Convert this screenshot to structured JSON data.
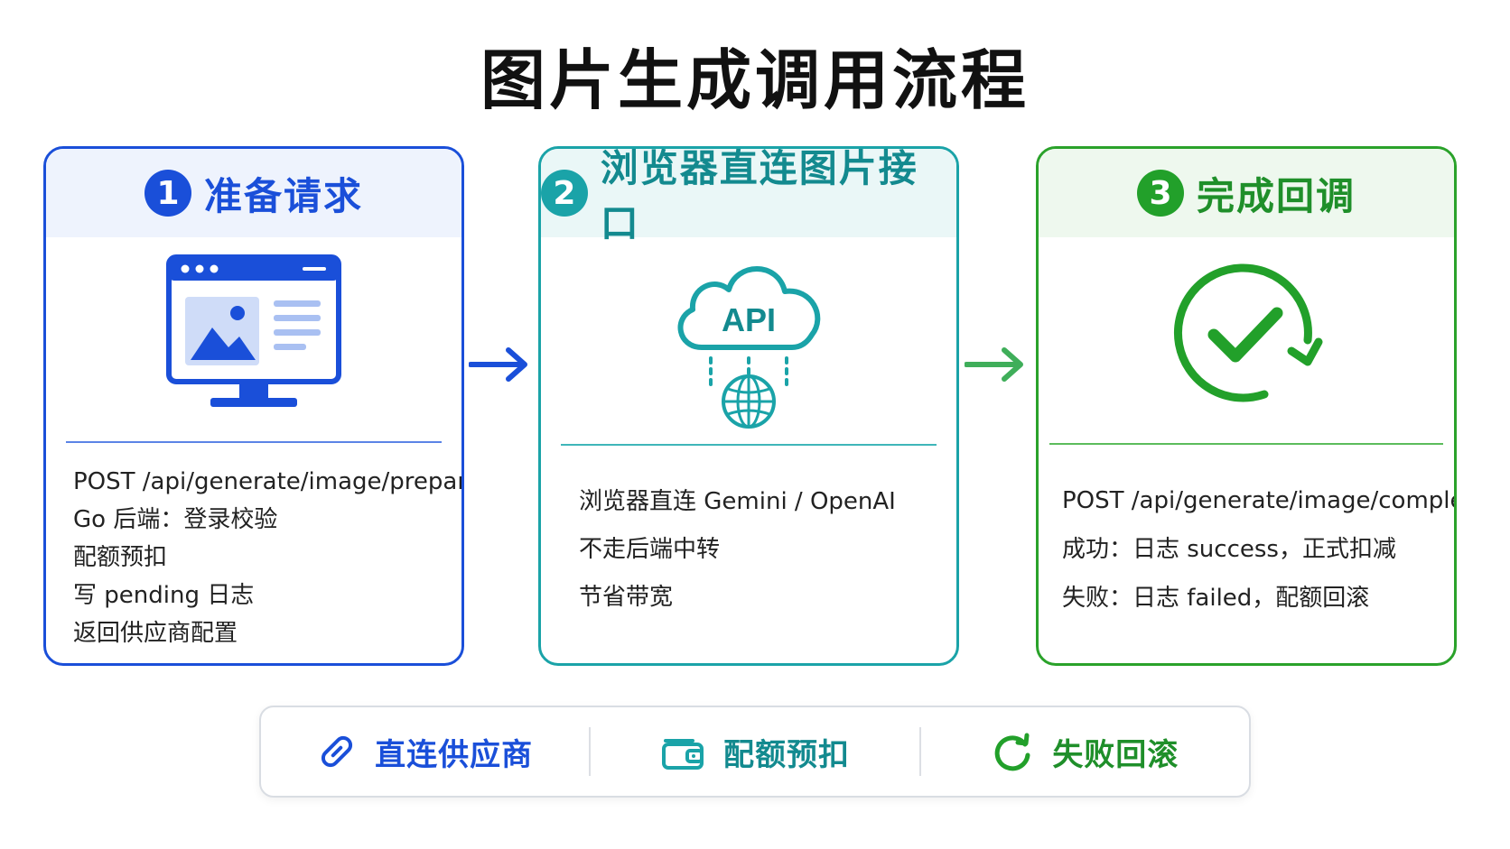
{
  "title": "图片生成调用流程",
  "colors": {
    "step1": "#1a4fd9",
    "step2": "#1aa3a8",
    "step3": "#22a02a"
  },
  "steps": [
    {
      "number": "1",
      "title": "准备请求",
      "icon": "monitor-image-icon",
      "lines": [
        "POST /api/generate/image/prepare",
        "Go 后端：登录校验",
        "配额预扣",
        "写 pending 日志",
        "返回供应商配置"
      ]
    },
    {
      "number": "2",
      "title": "浏览器直连图片接口",
      "icon": "cloud-api-globe-icon",
      "icon_text": "API",
      "lines": [
        "浏览器直连 Gemini / OpenAI",
        "不走后端中转",
        "节省带宽"
      ]
    },
    {
      "number": "3",
      "title": "完成回调",
      "icon": "check-circle-refresh-icon",
      "lines": [
        "POST /api/generate/image/complete",
        "成功：日志 success，正式扣减",
        "失败：日志 failed，配额回滚"
      ]
    }
  ],
  "summary": [
    {
      "label": "直连供应商",
      "icon": "link-icon",
      "color": "#1a4fd9"
    },
    {
      "label": "配额预扣",
      "icon": "wallet-icon",
      "color": "#138a8f"
    },
    {
      "label": "失败回滚",
      "icon": "refresh-icon",
      "color": "#1f8f2a"
    }
  ]
}
